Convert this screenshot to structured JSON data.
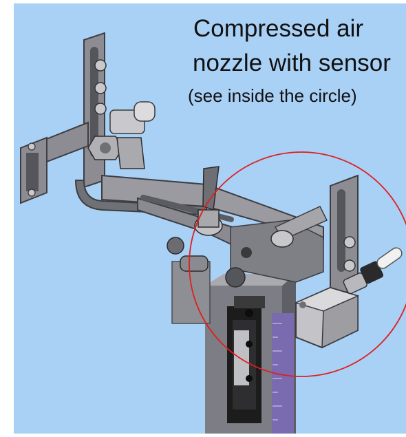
{
  "caption": {
    "line1": "Compressed air",
    "line2": "nozzle with sensor",
    "line3": "(see inside the circle)"
  },
  "colors": {
    "background": "#a9d0f5",
    "metal": "#8c8c92",
    "metal_dark": "#55565c",
    "metal_light": "#c9c9cd",
    "linear_guide": "#1c1c1c",
    "scale": "#7a6ab0",
    "highlight_circle": "#e01e1e"
  },
  "icons": [
    "linear-guide-icon",
    "tightening-lever-icon",
    "air-nozzle-icon",
    "proximity-sensor-icon"
  ]
}
